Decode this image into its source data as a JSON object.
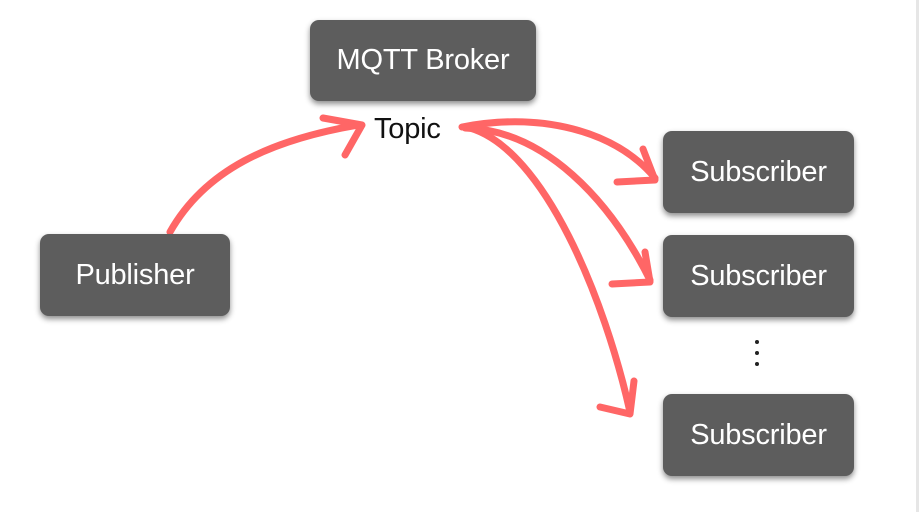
{
  "diagram": {
    "broker_label": "MQTT Broker",
    "topic_label": "Topic",
    "publisher_label": "Publisher",
    "subscribers": [
      {
        "label": "Subscriber"
      },
      {
        "label": "Subscriber"
      },
      {
        "label": "Subscriber"
      }
    ],
    "ellipsis": "⋮"
  },
  "colors": {
    "node_fill": "#5d5d5d",
    "node_text": "#ffffff",
    "arrow": "#ff6666",
    "background": "#ffffff"
  }
}
